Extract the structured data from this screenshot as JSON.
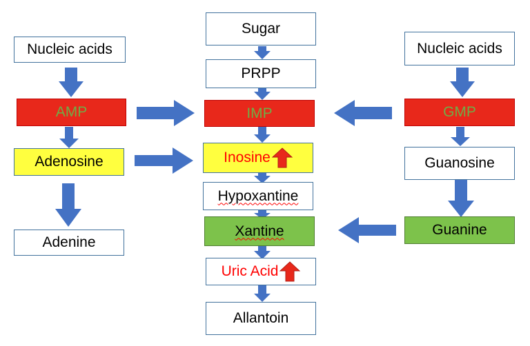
{
  "nodes": {
    "sugar": "Sugar",
    "prpp": "PRPP",
    "imp": "IMP",
    "inosine": "Inosine",
    "hypoxantine": "Hypoxantine",
    "xantine": "Xantine",
    "uric_acid": "Uric Acid",
    "allantoin": "Allantoin",
    "nucleic_acids_left": "Nucleic acids",
    "amp": "AMP",
    "adenosine": "Adenosine",
    "adenine": "Adenine",
    "nucleic_acids_right": "Nucleic acids",
    "gmp": "GMP",
    "guanosine": "Guanosine",
    "guanine": "Guanine"
  },
  "colors": {
    "arrow": "#4472c4",
    "increase_arrow": "#e8281b",
    "red_fill": "#e8281b",
    "yellow_fill": "#ffff3f",
    "green_fill": "#7dc24b",
    "red_text": "#ff0000",
    "green_text": "#70ad47"
  }
}
